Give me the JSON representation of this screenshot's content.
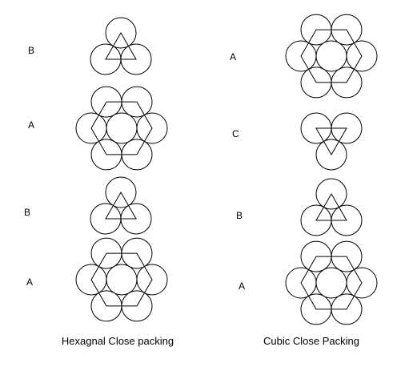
{
  "colors": {
    "background": "#ffffff",
    "stroke": "#000000"
  },
  "hexagonal": {
    "caption": "Hexagnal Close packing",
    "layers": [
      {
        "label": "B",
        "shape": "triangle-up"
      },
      {
        "label": "A",
        "shape": "hexagon"
      },
      {
        "label": "B",
        "shape": "triangle-up"
      },
      {
        "label": "A",
        "shape": "hexagon"
      }
    ]
  },
  "cubic": {
    "caption": "Cubic Close Packing",
    "layers": [
      {
        "label": "A",
        "shape": "hexagon"
      },
      {
        "label": "C",
        "shape": "triangle-down"
      },
      {
        "label": "B",
        "shape": "triangle-up"
      },
      {
        "label": "A",
        "shape": "hexagon"
      }
    ]
  }
}
